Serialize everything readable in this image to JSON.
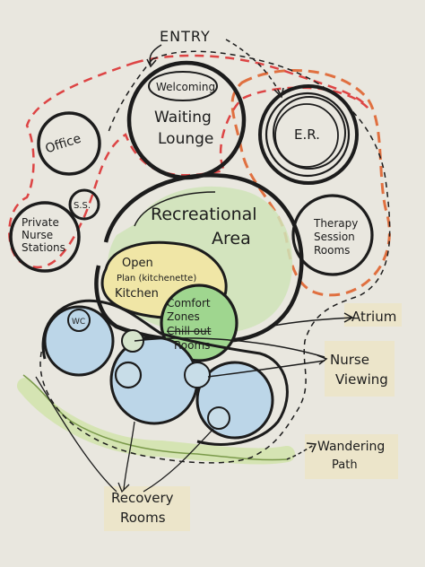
{
  "diagram": {
    "entry": "ENTRY",
    "welcoming": "Welcoming",
    "waiting_1": "Waiting",
    "waiting_2": "Lounge",
    "er": "E.R.",
    "office": "Office",
    "ss": "S.S.",
    "private_1": "Private",
    "private_2": "Nurse",
    "private_3": "Stations",
    "recreational_1": "Recreational",
    "recreational_2": "Area",
    "therapy_1": "Therapy",
    "therapy_2": "Session",
    "therapy_3": "Rooms",
    "kitchen_1": "Open",
    "kitchen_2": "Plan (kitchenette)",
    "kitchen_3": "Kitchen",
    "comfort_1": "Comfort",
    "comfort_2": "Zones",
    "comfort_3": "Chill out",
    "comfort_4": "Rooms",
    "wc": "WC",
    "atrium": "Atrium",
    "nurse_viewing_1": "Nurse",
    "nurse_viewing_2": "Viewing",
    "wandering_1": "Wandering",
    "wandering_2": "Path",
    "recovery_1": "Recovery",
    "recovery_2": "Rooms"
  },
  "colors": {
    "paper": "#e9e7df",
    "ink": "#1c1c1c",
    "orange_dash": "#e07040",
    "red_dash": "#dd4444",
    "green_fill": "#cfe3b8",
    "yellow_fill": "#f0e6a6",
    "comfort_green": "#9fd68f",
    "blue_fill": "#bcd6e8",
    "tape": "#ece4c8"
  }
}
